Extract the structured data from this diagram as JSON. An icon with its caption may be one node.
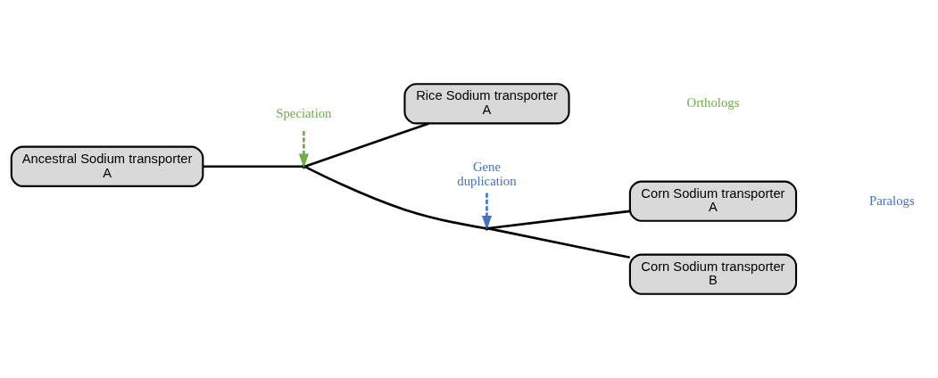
{
  "diagram": {
    "nodes": [
      {
        "text": [
          "Ancestral Sodium transporter A"
        ]
      },
      {
        "text": [
          "Rice Sodium transporter A"
        ]
      },
      {
        "text": [
          "Corn Sodium transporter A"
        ]
      },
      {
        "text": [
          "Corn Sodium transporter B"
        ]
      },
      {
        "text": [],
        "shape": "point"
      },
      {
        "text": [],
        "shape": "point"
      },
      {
        "text": [
          "Speciation"
        ]
      },
      {
        "text": [
          "Gene duplication"
        ]
      }
    ],
    "edges": [
      {
        "from": 0,
        "to": 4,
        "arrow": "none"
      },
      {
        "from": 4,
        "to": 1,
        "arrow": "none"
      },
      {
        "from": 4,
        "to": 5,
        "arrow": "none"
      },
      {
        "from": 5,
        "to": 2,
        "arrow": "none"
      },
      {
        "from": 5,
        "to": 3,
        "arrow": "none"
      },
      {
        "from": 6,
        "to": 4,
        "arrow": "to",
        "style": "dashed",
        "color": "#70ad47"
      },
      {
        "from": 7,
        "to": 5,
        "arrow": "to",
        "style": "dashed",
        "color": "#4472c4"
      }
    ],
    "labels": [
      "Orthologs",
      "Paralogs"
    ]
  }
}
